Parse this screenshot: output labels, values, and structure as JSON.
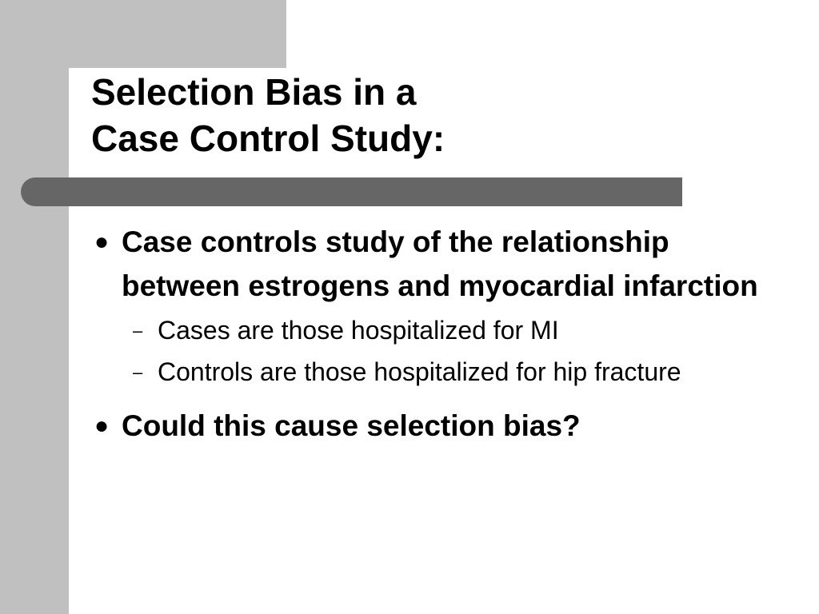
{
  "slide": {
    "title_line1": "Selection Bias in a",
    "title_line2": "Case Control Study:",
    "bullets": [
      {
        "text": "Case controls study of the relationship between estrogens and myocardial infarction",
        "subitems": [
          "Cases are those hospitalized for MI",
          "Controls are those hospitalized for hip fracture"
        ]
      },
      {
        "text": "Could this cause selection bias?"
      }
    ],
    "bullet_glyph": "●",
    "dash_glyph": "–"
  },
  "colors": {
    "background": "#ffffff",
    "side_gray": "#c0c0c0",
    "bar_gray": "#666666",
    "text": "#000000"
  }
}
